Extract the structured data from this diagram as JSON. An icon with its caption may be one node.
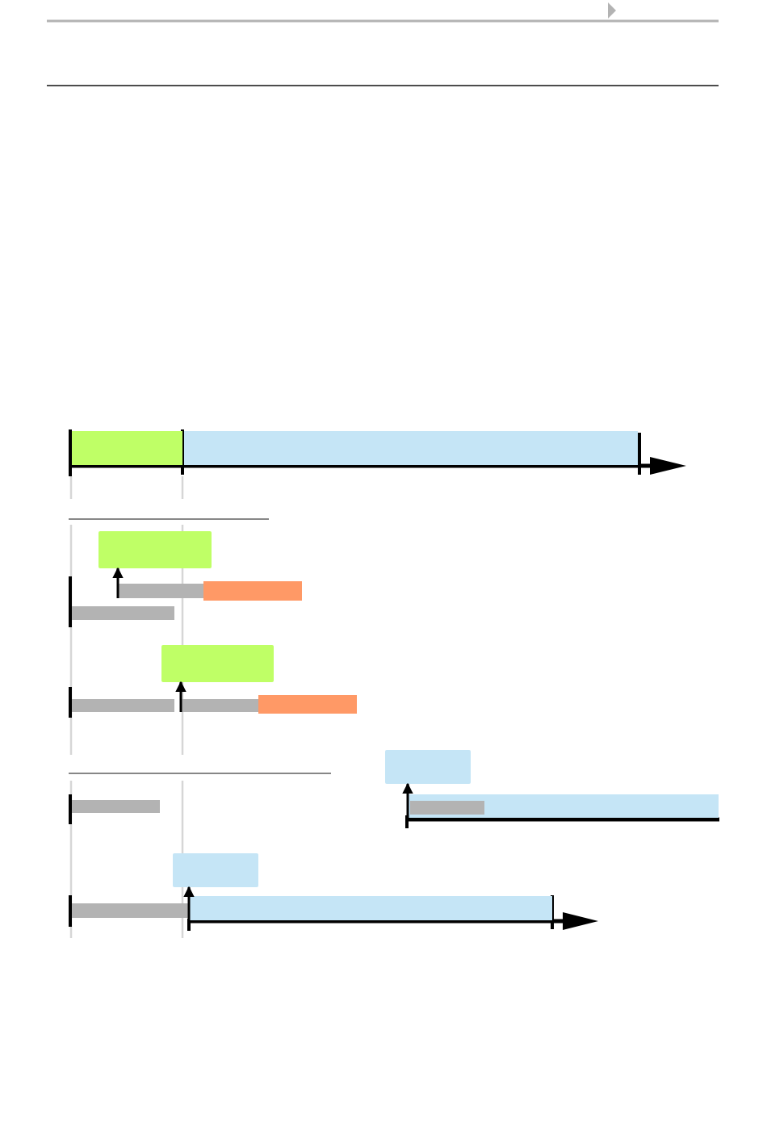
{
  "diagram": {
    "nodes": [
      {
        "text": [],
        "shape": "bar"
      },
      {
        "text": [],
        "shape": "bar"
      },
      {
        "text": [],
        "shape": "box"
      },
      {
        "text": [],
        "shape": "bar"
      },
      {
        "text": [],
        "shape": "bar"
      },
      {
        "text": [],
        "shape": "bar"
      },
      {
        "text": [],
        "shape": "box"
      },
      {
        "text": [],
        "shape": "bar"
      },
      {
        "text": [],
        "shape": "bar"
      },
      {
        "text": [],
        "shape": "bar"
      },
      {
        "text": [],
        "shape": "box"
      },
      {
        "text": [],
        "shape": "bar"
      },
      {
        "text": [],
        "shape": "bar"
      },
      {
        "text": [],
        "shape": "bar",
        "in": 12
      },
      {
        "text": [],
        "shape": "box"
      },
      {
        "text": [],
        "shape": "bar"
      },
      {
        "text": [],
        "shape": "bar"
      }
    ],
    "edges": [
      {
        "from": 3,
        "to": 2,
        "arrow": "to"
      },
      {
        "from": 8,
        "to": 6,
        "arrow": "to"
      },
      {
        "from": 12,
        "to": 10,
        "arrow": "to"
      },
      {
        "from": 16,
        "to": 14,
        "arrow": "to"
      }
    ]
  }
}
